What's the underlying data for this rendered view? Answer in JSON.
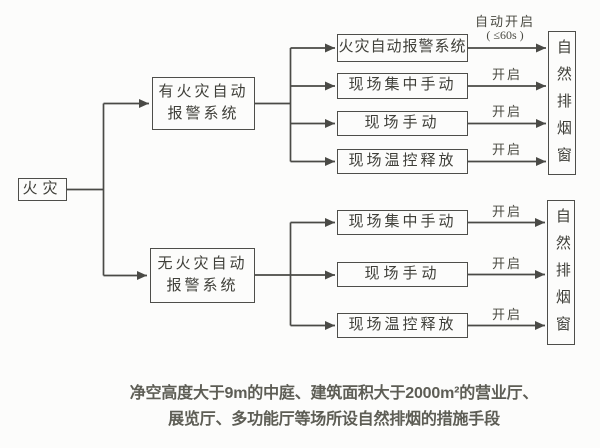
{
  "diagram": {
    "root_label": "火灾",
    "with_alarm": {
      "line1": "有火灾自动",
      "line2": "报警系统"
    },
    "without_alarm": {
      "line1": "无火灾自动",
      "line2": "报警系统"
    },
    "upper_rows": [
      {
        "label": "火灾自动报警系统",
        "action_line1": "自动开启",
        "action_line2": "( ≤60s )"
      },
      {
        "label": "现场集中手动",
        "action": "开启"
      },
      {
        "label": "现场手动",
        "action": "开启"
      },
      {
        "label": "现场温控释放",
        "action": "开启"
      }
    ],
    "lower_rows": [
      {
        "label": "现场集中手动",
        "action": "开启"
      },
      {
        "label": "现场手动",
        "action": "开启"
      },
      {
        "label": "现场温控释放",
        "action": "开启"
      }
    ],
    "upper_target": "自然排烟窗",
    "lower_target": "自然排烟窗",
    "colors": {
      "line": "#4a4a46",
      "text": "#3f3f39",
      "background": "#fcfcfb"
    }
  },
  "caption": {
    "line1": "净空高度大于9m的中庭、建筑面积大于2000m²的营业厅、",
    "line2": "展览厅、多功能厅等场所设自然排烟的措施手段"
  }
}
